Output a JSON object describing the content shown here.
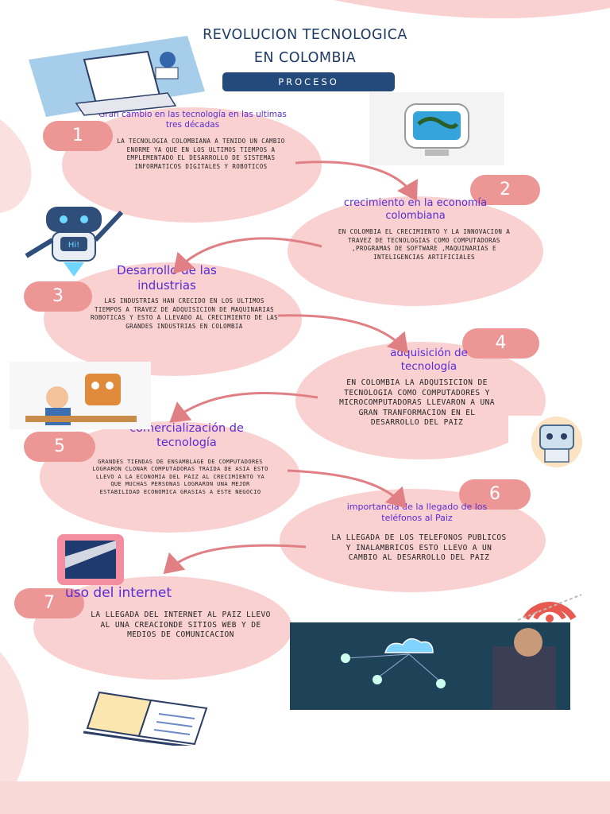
{
  "title": {
    "line1": "REVOLUCION TECNOLOGICA",
    "line2": "EN COLOMBIA"
  },
  "process_label": "PROCESO",
  "steps": [
    {
      "number": "1",
      "heading": "Gran cambio en las tecnología en las ultimas tres décadas",
      "body": "LA TECNOLOGIA COLOMBIANA A TENIDO UN CAMBIO ENORME YA QUE EN LOS ULTIMOS TIEMPOS A EMPLEMENTADO EL DESARROLLO DE SISTEMAS INFORMATICOS DIGITALES Y ROBOTICOS"
    },
    {
      "number": "2",
      "heading": "crecimiento en la economía colombiana",
      "body": "EN COLOMBIA EL CRECIMIENTO Y LA INNOVACION A TRAVEZ DE TECNOLOGIAS COMO COMPUTADORAS ,PROGRAMAS DE SOFTWARE ,MAQUINARIAS E INTELIGENCIAS ARTIFICIALES"
    },
    {
      "number": "3",
      "heading": "Desarrollo de las industrias",
      "body": "LAS INDUSTRIAS HAN CRECIDO EN LOS ULTIMOS TIEMPOS A TRAVEZ DE ADQUISICION DE MAQUINARIAS ROBOTICAS Y ESTO A LLEVADO AL CRECIMIENTO DE LAS GRANDES INDUSTRIAS EN COLOMBIA"
    },
    {
      "number": "4",
      "heading": "adquisición de tecnología",
      "body": "EN COLOMBIA LA ADQUISICION DE TECNOLOGIA COMO COMPUTADORES Y MICROCOMPUTADORAS LLEVARON A UNA GRAN TRANFORMACION EN EL DESARROLLO DEL PAIZ"
    },
    {
      "number": "5",
      "heading": "comercialización de tecnología",
      "body": "GRANDES TIENDAS DE ENSAMBLAGE DE COMPUTADORES LOGRARON CLONAR COMPUTADORAS TRAIDA DE ASIA ESTO LLEVO A LA ECONOMIA DEL PAIZ AL CRECIMIENTO YA QUE MUCHAS PERSONAS LOGRARON UNA MEJOR ESTABILIDAD ECONOMICA GRASIAS A ESTE NEGOCIO"
    },
    {
      "number": "6",
      "heading": "importancia de la llegado de los teléfonos al Paiz",
      "body": "LA LLEGADA DE LOS TELEFONOS PUBLICOS Y INALAMBRICOS ESTO LLEVO A UN CAMBIO AL DESARROLLO DEL PAIZ"
    },
    {
      "number": "7",
      "heading": "uso del internet",
      "body": "LA LLEGADA DEL INTERNET AL PAIZ LLEVO AL UNA CREACIONDE SITIOS WEB Y DE MEDIOS DE COMUNICACION"
    }
  ],
  "images": {
    "laptop": "laptop-illustration",
    "globe_monitor": "globe-monitor-illustration",
    "robot_hi": "robot-hi-illustration",
    "robot_workshop": "robot-workshop-illustration",
    "small_robot": "small-robot-illustration",
    "phone": "phone-illustration",
    "wifi": "wifi-icon",
    "cloud_network": "cloud-network-photo",
    "book": "open-book-illustration"
  },
  "colors": {
    "blob": "#f9d1d1",
    "number_pill": "#ec9696",
    "heading": "#5a2bd6",
    "title": "#1e3a66",
    "process_pill": "#234a7a",
    "arrow": "#e07f84"
  }
}
